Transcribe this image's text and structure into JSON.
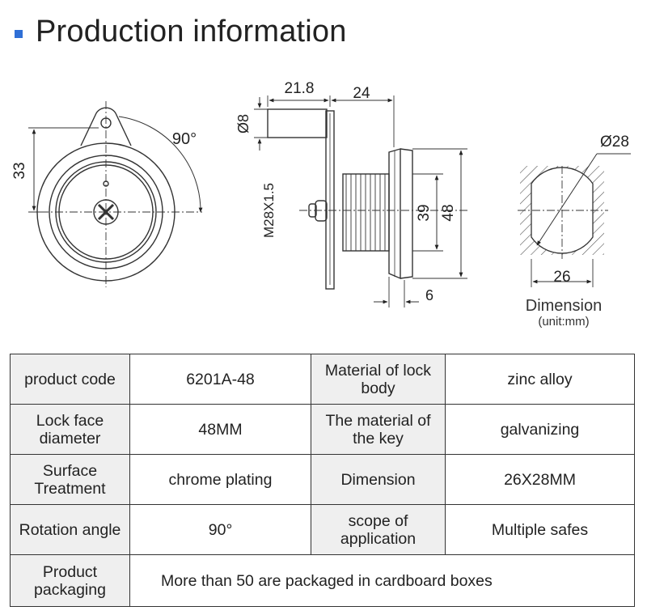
{
  "header": {
    "title": "Production information",
    "accent_color": "#2f6fd6"
  },
  "drawing": {
    "front": {
      "height_label": "33",
      "angle_label": "90°"
    },
    "side": {
      "top_label_1": "21.8",
      "top_label_2": "24",
      "shaft_dia_label": "Ø8",
      "thread_label": "M28X1.5",
      "flange_label_1": "39",
      "flange_label_2": "48",
      "bottom_label": "6"
    },
    "cutout": {
      "dia_label": "Ø28",
      "width_label": "26",
      "caption": "Dimension",
      "unit": "(unit:mm)"
    }
  },
  "specs": [
    {
      "label": "product code",
      "value": "6201A-48",
      "label2": "Material of lock body",
      "value2": "zinc alloy"
    },
    {
      "label": "Lock face diameter",
      "value": "48MM",
      "label2": "The material of the key",
      "value2": "galvanizing"
    },
    {
      "label": "Surface Treatment",
      "value": "chrome plating",
      "label2": "Dimension",
      "value2": "26X28MM"
    },
    {
      "label": "Rotation angle",
      "value": "90°",
      "label2": "scope of application",
      "value2": "Multiple safes"
    }
  ],
  "packaging": {
    "label": "Product packaging",
    "value": "More than 50 are packaged in cardboard boxes"
  },
  "colors": {
    "label_bg": "#efefef",
    "border": "#333333"
  }
}
